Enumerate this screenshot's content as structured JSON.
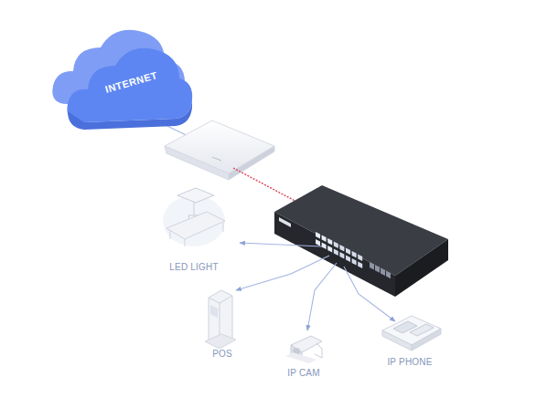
{
  "diagram": {
    "nodes": [
      {
        "text": [
          "INTERNET"
        ]
      },
      {
        "text": [
          "LED LIGHT"
        ]
      },
      {
        "text": [
          "POS"
        ]
      },
      {
        "text": [
          "IP CAM"
        ]
      },
      {
        "text": [
          "IP PHONE"
        ]
      }
    ]
  }
}
